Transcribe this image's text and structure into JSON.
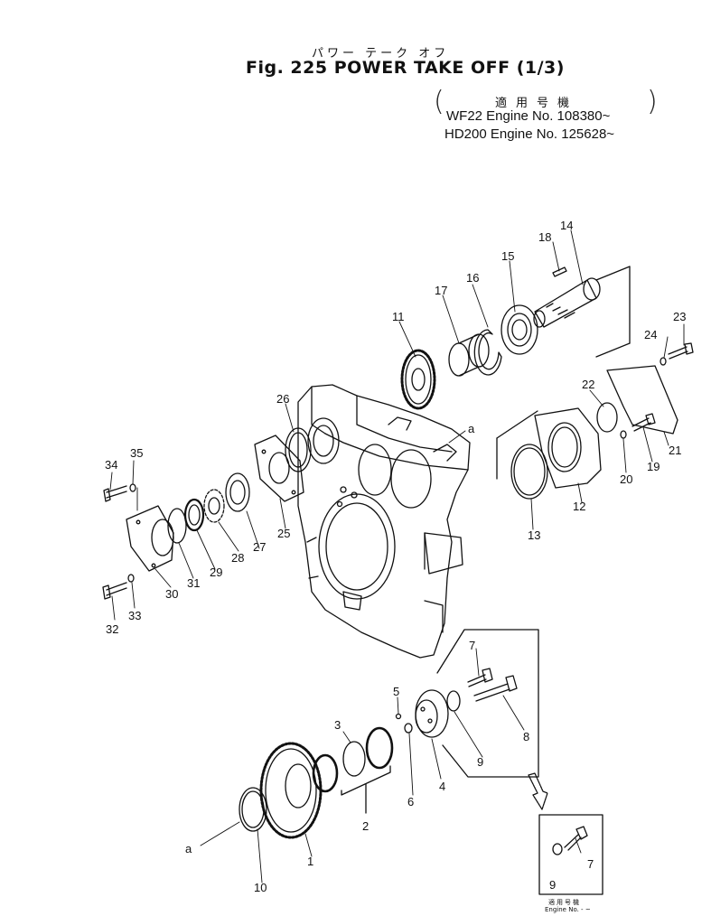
{
  "header": {
    "kana": "パワー テーク オフ",
    "title": "Fig. 225 POWER TAKE OFF (1/3)",
    "applicability_heading": "適用号機",
    "applicability": [
      "WF22  Engine No. 108380~",
      "HD200  Engine No. 125628~"
    ]
  },
  "callouts": {
    "p1": "1",
    "p2": "2",
    "p3": "3",
    "p4": "4",
    "p5": "5",
    "p6": "6",
    "p7": "7",
    "p8": "8",
    "p9": "9",
    "p10": "10",
    "p11": "11",
    "p12": "12",
    "p13": "13",
    "p14": "14",
    "p15": "15",
    "p16": "16",
    "p17": "17",
    "p18": "18",
    "p19": "19",
    "p20": "20",
    "p21": "21",
    "p22": "22",
    "p23": "23",
    "p24": "24",
    "p25": "25",
    "p26": "26",
    "p27": "27",
    "p28": "28",
    "p29": "29",
    "p30": "30",
    "p31": "31",
    "p32": "32",
    "p33": "33",
    "p34": "34",
    "p35": "35",
    "a_upper": "a",
    "a_lower": "a",
    "inset_7": "7",
    "inset_9": "9"
  },
  "inset": {
    "heading": "適用号機",
    "engine": "Engine No. - ~"
  }
}
